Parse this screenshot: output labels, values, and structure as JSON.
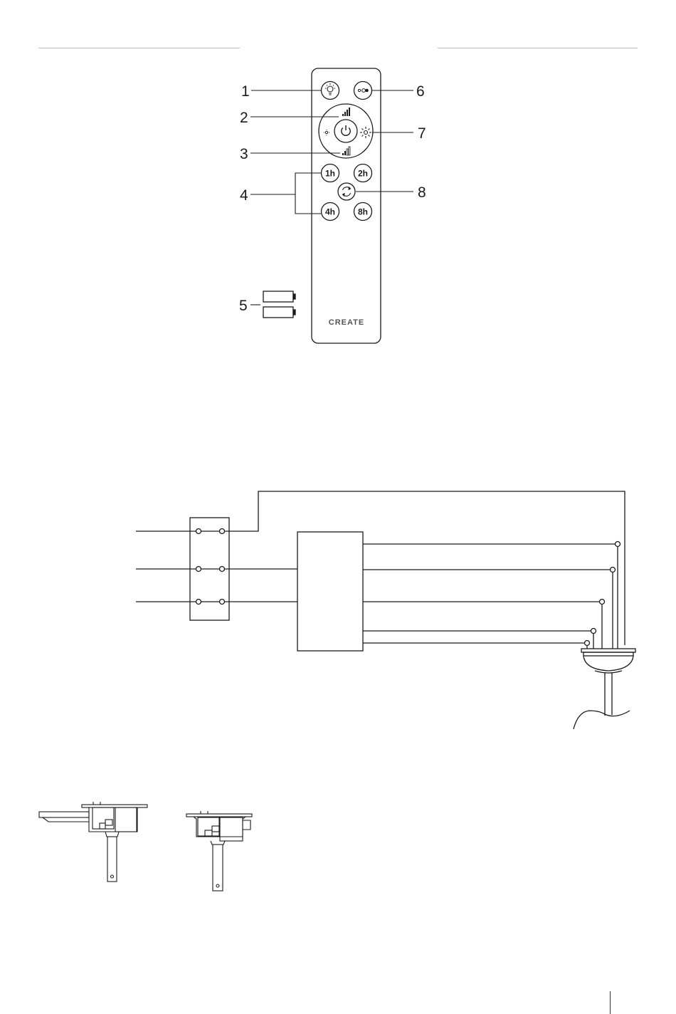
{
  "remote": {
    "brand": "CREATE",
    "callouts": [
      "1",
      "2",
      "3",
      "4",
      "5",
      "6",
      "7",
      "8"
    ],
    "timer_buttons": [
      "1h",
      "2h",
      "4h",
      "8h"
    ]
  },
  "icons": {
    "light": "light-bulb-icon",
    "power": "power-icon",
    "speed_up": "signal-bars-up-icon",
    "speed_down": "signal-bars-down-icon",
    "dim": "dim-sun-icon",
    "bright": "bright-sun-icon",
    "mode": "mode-toggle-icon",
    "reverse": "reverse-arrows-icon",
    "battery": "battery-icon"
  },
  "colors": {
    "line": "#1a1a1a",
    "rule": "#bdbdbd"
  }
}
